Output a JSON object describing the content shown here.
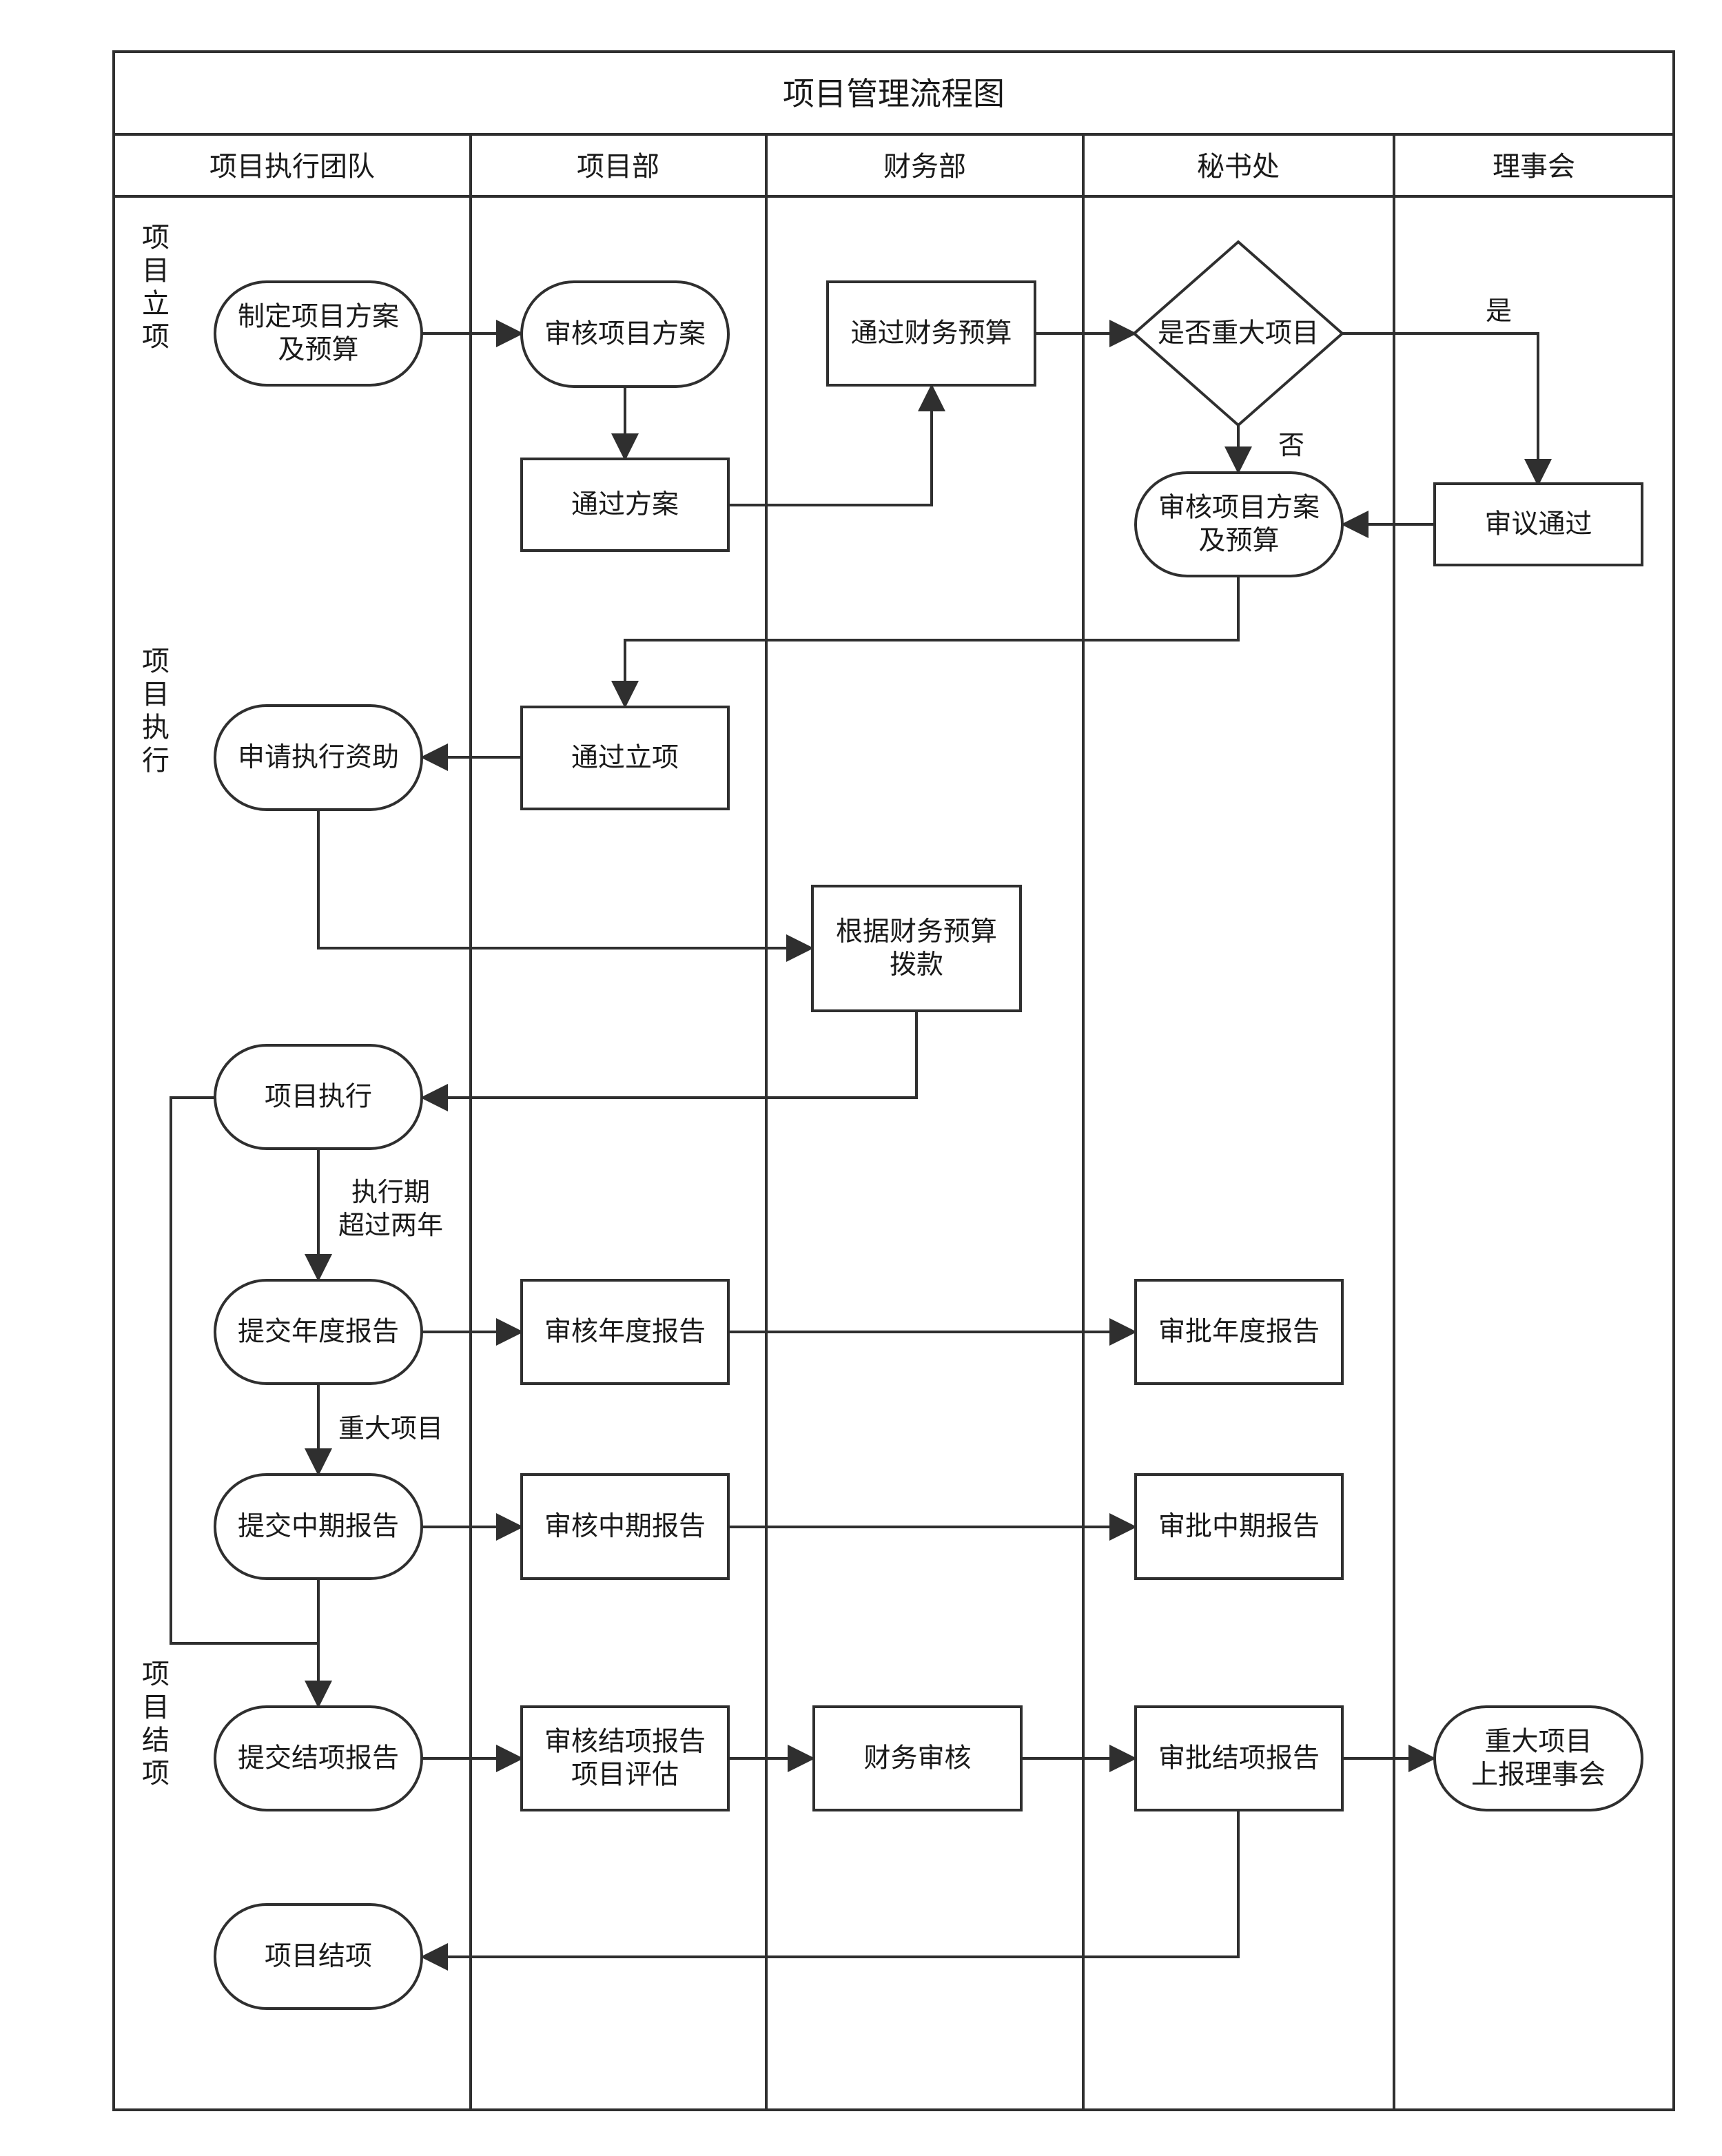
{
  "title": "项目管理流程图",
  "lanes": [
    "项目执行团队",
    "项目部",
    "财务部",
    "秘书处",
    "理事会"
  ],
  "phases": [
    "项目立项",
    "项目执行",
    "项目结项"
  ],
  "nodes": [
    {
      "id": "n1",
      "lines": [
        "制定项目方案",
        "及预算"
      ],
      "kind": "rounded"
    },
    {
      "id": "n2",
      "lines": [
        "审核项目方案"
      ],
      "kind": "rounded"
    },
    {
      "id": "n3",
      "lines": [
        "通过方案"
      ],
      "kind": "rect"
    },
    {
      "id": "n4",
      "lines": [
        "通过财务预算"
      ],
      "kind": "rect"
    },
    {
      "id": "n5",
      "lines": [
        "是否重大项目"
      ],
      "kind": "diamond"
    },
    {
      "id": "n6",
      "lines": [
        "审议通过"
      ],
      "kind": "rect"
    },
    {
      "id": "n7",
      "lines": [
        "审核项目方案",
        "及预算"
      ],
      "kind": "rounded"
    },
    {
      "id": "n8",
      "lines": [
        "通过立项"
      ],
      "kind": "rect"
    },
    {
      "id": "n9",
      "lines": [
        "申请执行资助"
      ],
      "kind": "rounded"
    },
    {
      "id": "n10",
      "lines": [
        "根据财务预算",
        "拨款"
      ],
      "kind": "rect"
    },
    {
      "id": "n11",
      "lines": [
        "项目执行"
      ],
      "kind": "rounded"
    },
    {
      "id": "n12",
      "lines": [
        "提交年度报告"
      ],
      "kind": "rounded"
    },
    {
      "id": "n13",
      "lines": [
        "审核年度报告"
      ],
      "kind": "rect"
    },
    {
      "id": "n14",
      "lines": [
        "审批年度报告"
      ],
      "kind": "rect"
    },
    {
      "id": "n15",
      "lines": [
        "提交中期报告"
      ],
      "kind": "rounded"
    },
    {
      "id": "n16",
      "lines": [
        "审核中期报告"
      ],
      "kind": "rect"
    },
    {
      "id": "n17",
      "lines": [
        "审批中期报告"
      ],
      "kind": "rect"
    },
    {
      "id": "n18",
      "lines": [
        "提交结项报告"
      ],
      "kind": "rounded"
    },
    {
      "id": "n19",
      "lines": [
        "审核结项报告",
        "项目评估"
      ],
      "kind": "rect"
    },
    {
      "id": "n20",
      "lines": [
        "财务审核"
      ],
      "kind": "rect"
    },
    {
      "id": "n21",
      "lines": [
        "审批结项报告"
      ],
      "kind": "rect"
    },
    {
      "id": "n22",
      "lines": [
        "重大项目",
        "上报理事会"
      ],
      "kind": "rounded"
    },
    {
      "id": "n23",
      "lines": [
        "项目结项"
      ],
      "kind": "rounded"
    }
  ],
  "edges": [
    {
      "from": "n1",
      "to": "n2"
    },
    {
      "from": "n2",
      "to": "n3"
    },
    {
      "from": "n3",
      "to": "n4"
    },
    {
      "from": "n4",
      "to": "n5"
    },
    {
      "from": "n5",
      "to": "n6",
      "label": "是"
    },
    {
      "from": "n5",
      "to": "n7",
      "label": "否"
    },
    {
      "from": "n6",
      "to": "n7"
    },
    {
      "from": "n7",
      "to": "n8"
    },
    {
      "from": "n8",
      "to": "n9"
    },
    {
      "from": "n9",
      "to": "n10"
    },
    {
      "from": "n10",
      "to": "n11"
    },
    {
      "from": "n11",
      "to": "n12",
      "label": "执行期\n超过两年"
    },
    {
      "from": "n12",
      "to": "n13"
    },
    {
      "from": "n13",
      "to": "n14"
    },
    {
      "from": "n12",
      "to": "n15",
      "label": "重大项目"
    },
    {
      "from": "n15",
      "to": "n16"
    },
    {
      "from": "n16",
      "to": "n17"
    },
    {
      "from": "n15",
      "to": "n18"
    },
    {
      "from": "n11",
      "to": "n18"
    },
    {
      "from": "n18",
      "to": "n19"
    },
    {
      "from": "n19",
      "to": "n20"
    },
    {
      "from": "n20",
      "to": "n21"
    },
    {
      "from": "n21",
      "to": "n22"
    },
    {
      "from": "n21",
      "to": "n23"
    }
  ]
}
